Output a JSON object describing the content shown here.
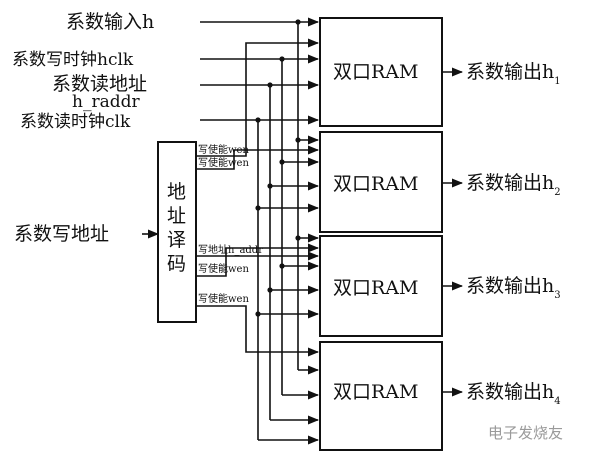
{
  "inputs": {
    "coef_input": "系数输入h",
    "write_clock": "系数写时钟hclk",
    "read_address": "系数读地址",
    "h_raddr": "h_raddr",
    "read_clock": "系数读时钟clk",
    "write_address": "系数写地址"
  },
  "decoder": {
    "label_1": "地",
    "label_2": "址",
    "label_3": "译",
    "label_4": "码"
  },
  "decoder_outputs": {
    "wen_1": "写使能wen",
    "wen_2": "写使能wen",
    "h_addr": "写地址h_addr",
    "wen_3": "写使能wen",
    "wen_4": "写使能wen"
  },
  "ram_blocks": [
    {
      "label": "双口RAM"
    },
    {
      "label": "双口RAM"
    },
    {
      "label": "双口RAM"
    },
    {
      "label": "双口RAM"
    }
  ],
  "outputs": {
    "prefix": "系数输出h",
    "subscripts": [
      "1",
      "2",
      "3",
      "4"
    ]
  },
  "watermark": "电子发烧友"
}
